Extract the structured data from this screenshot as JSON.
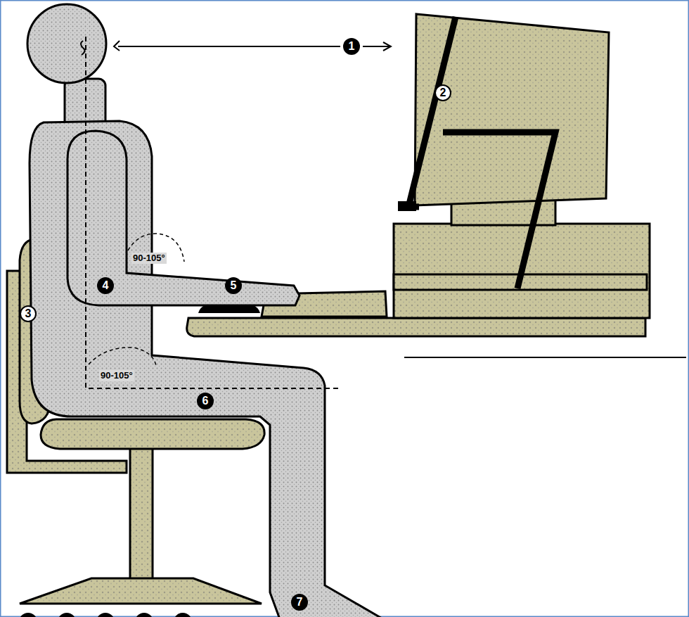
{
  "diagram": {
    "labels": [
      "1",
      "2",
      "3",
      "4",
      "5",
      "6",
      "7",
      "90-105°",
      "90-105°"
    ]
  }
}
